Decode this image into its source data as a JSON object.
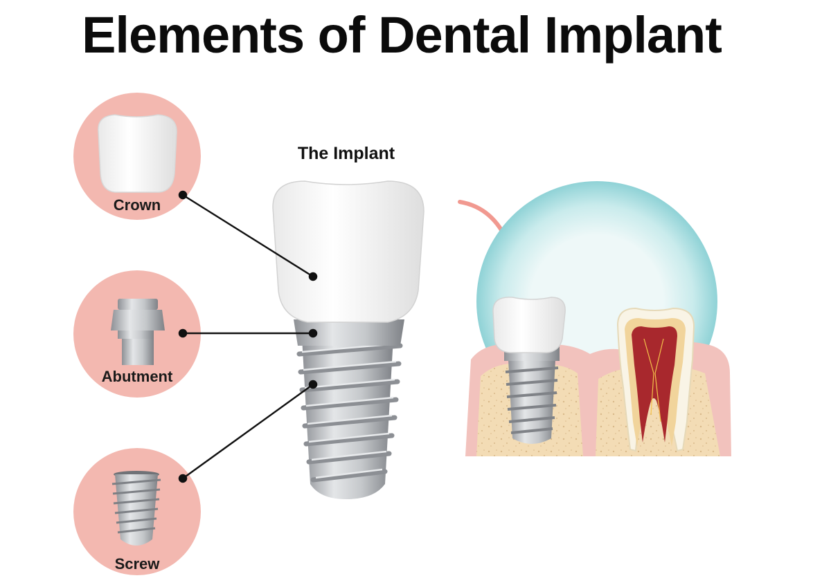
{
  "title": "Elements of Dental Implant",
  "implant_heading": "The Implant",
  "components": [
    {
      "id": "crown",
      "label": "Crown"
    },
    {
      "id": "abutment",
      "label": "Abutment"
    },
    {
      "id": "screw",
      "label": "Screw"
    }
  ],
  "colors": {
    "circle_pink": "#f3b8b0",
    "gum_pink": "#f2c2bd",
    "bone": "#f3dcb5",
    "halo_blue": "#a8dde0",
    "metal": "#b9bcc0",
    "crown_white": "#f6f6f6",
    "pulp": "#a8282d",
    "arrow_pink": "#f19990",
    "leader_line": "#111111"
  },
  "icons": [
    "crown-icon",
    "abutment-icon",
    "screw-icon",
    "implant-illustration",
    "tooth-cross-section",
    "arrow-icon"
  ]
}
